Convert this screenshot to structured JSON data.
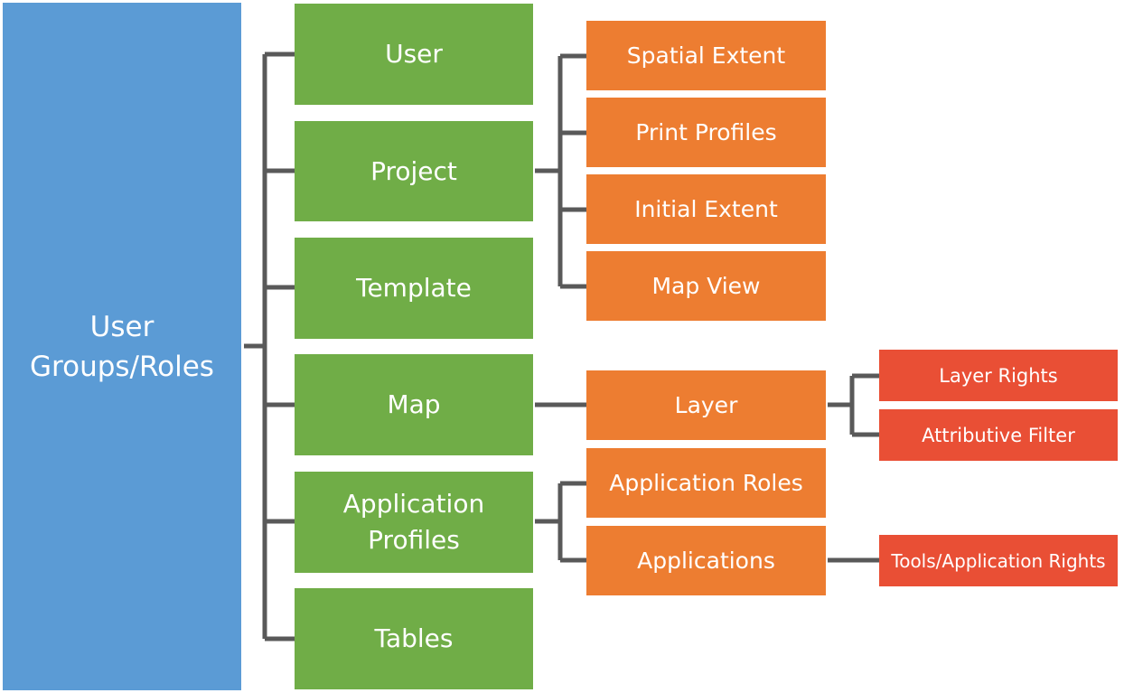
{
  "diagram": {
    "root": {
      "label": "User\nGroups/Roles",
      "color": "#5b9bd5"
    },
    "level1": [
      {
        "label": "User"
      },
      {
        "label": "Project"
      },
      {
        "label": "Template"
      },
      {
        "label": "Map"
      },
      {
        "label": "Application\nProfiles"
      },
      {
        "label": "Tables"
      }
    ],
    "level2": [
      {
        "label": "Spatial Extent",
        "parent": "Project"
      },
      {
        "label": "Print Profiles",
        "parent": "Project"
      },
      {
        "label": "Initial Extent",
        "parent": "Project"
      },
      {
        "label": "Map View",
        "parent": "Project"
      },
      {
        "label": "Layer",
        "parent": "Map"
      },
      {
        "label": "Application Roles",
        "parent": "Application\nProfiles"
      },
      {
        "label": "Applications",
        "parent": "Application\nProfiles"
      }
    ],
    "level3": [
      {
        "label": "Layer Rights",
        "parent": "Layer"
      },
      {
        "label": "Attributive Filter",
        "parent": "Layer"
      },
      {
        "label": "Tools/Application Rights",
        "parent": "Applications"
      }
    ],
    "colors": {
      "level1": "#70ad47",
      "level2": "#ed7d31",
      "level3": "#e94f35",
      "connector": "#595959"
    }
  }
}
